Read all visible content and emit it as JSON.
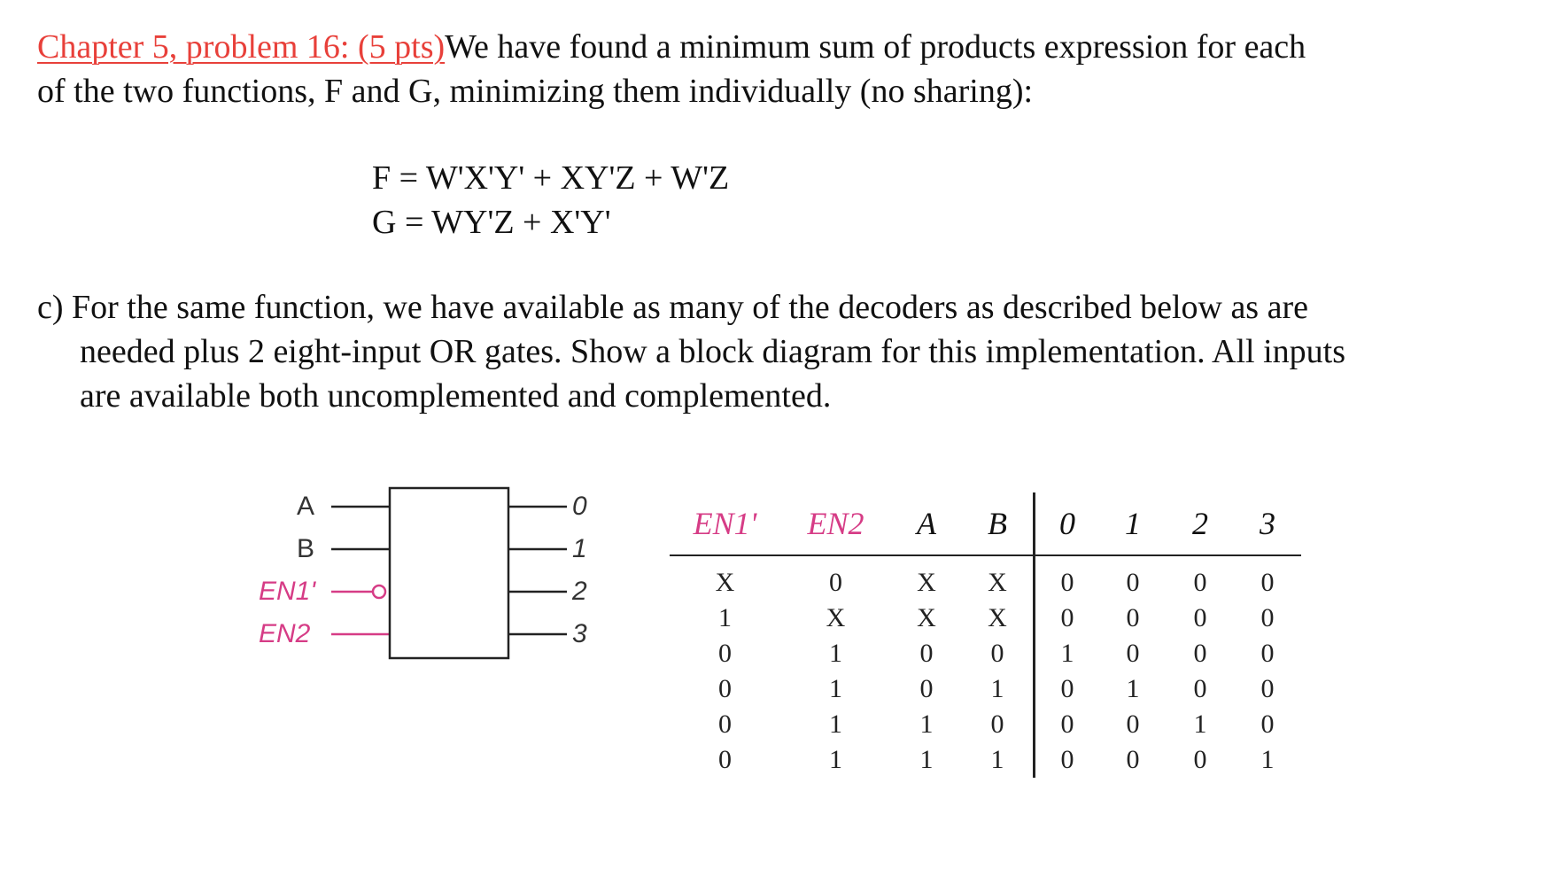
{
  "problem": {
    "heading": "Chapter 5, problem 16: (5 pts)",
    "text_line1": "We have found a minimum sum of products expression for each",
    "text_line2": "of the two functions, F and G, minimizing them individually (no sharing):"
  },
  "equations": {
    "F": "F = W'X'Y' + XY'Z + W'Z",
    "G": "G = WY'Z + X'Y'"
  },
  "part_c": {
    "line1": "c) For the same function, we have available as many of the decoders as described below as are",
    "line2": "needed plus 2 eight-input OR gates. Show a block diagram for this implementation. All inputs",
    "line3": "are available both uncomplemented and complemented."
  },
  "decoder": {
    "inputs": [
      "A",
      "B",
      "EN1'",
      "EN2"
    ],
    "outputs": [
      "0",
      "1",
      "2",
      "3"
    ]
  },
  "truth_table": {
    "headers": [
      "EN1'",
      "EN2",
      "A",
      "B",
      "0",
      "1",
      "2",
      "3"
    ],
    "rows": [
      [
        "X",
        "0",
        "X",
        "X",
        "0",
        "0",
        "0",
        "0"
      ],
      [
        "1",
        "X",
        "X",
        "X",
        "0",
        "0",
        "0",
        "0"
      ],
      [
        "0",
        "1",
        "0",
        "0",
        "1",
        "0",
        "0",
        "0"
      ],
      [
        "0",
        "1",
        "0",
        "1",
        "0",
        "1",
        "0",
        "0"
      ],
      [
        "0",
        "1",
        "1",
        "0",
        "0",
        "0",
        "1",
        "0"
      ],
      [
        "0",
        "1",
        "1",
        "1",
        "0",
        "0",
        "0",
        "1"
      ]
    ]
  },
  "colors": {
    "heading": "#e8403a",
    "enable_labels": "#d63c86"
  }
}
